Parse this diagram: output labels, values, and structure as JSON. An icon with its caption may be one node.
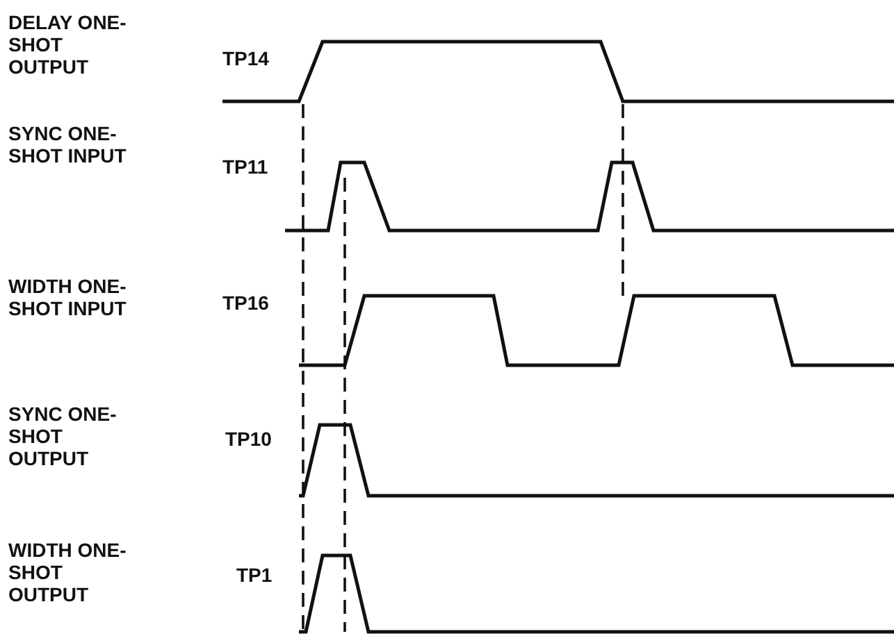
{
  "diagram": {
    "labels": [
      "DELAY ONE-SHOT OUTPUT",
      "TP14",
      "SYNC ONE-SHOT INPUT",
      "TP11",
      "WIDTH ONE-SHOT INPUT",
      "TP16",
      "SYNC ONE-SHOT OUTPUT",
      "TP10",
      "WIDTH ONE-SHOT OUTPUT",
      "TP1"
    ]
  }
}
